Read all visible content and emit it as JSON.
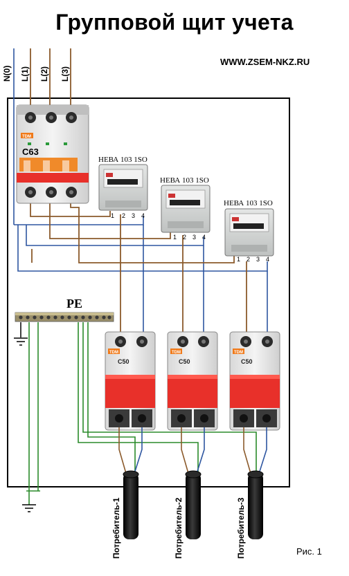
{
  "title": "Групповой щит учета",
  "website": "WWW.ZSEM-NKZ.RU",
  "figure_label": "Рис. 1",
  "wire_labels": [
    "N(0)",
    "L(1)",
    "L(2)",
    "L(3)"
  ],
  "main_breaker": {
    "brand": "TDM",
    "rating": "C63"
  },
  "meters": [
    {
      "model": "НЕВА 103 1SO",
      "terminals": [
        "1",
        "2",
        "3",
        "4"
      ]
    },
    {
      "model": "НЕВА 103 1SO",
      "terminals": [
        "1",
        "2",
        "3",
        "4"
      ]
    },
    {
      "model": "НЕВА 103 1SO",
      "terminals": [
        "1",
        "2",
        "3",
        "4"
      ]
    }
  ],
  "pe_label": "PE",
  "group_breakers": [
    {
      "brand": "TDM",
      "rating": "C50"
    },
    {
      "brand": "TDM",
      "rating": "C50"
    },
    {
      "brand": "TDM",
      "rating": "C50"
    }
  ],
  "consumers": [
    "Потребитель-1",
    "Потребитель-2",
    "Потребитель-3"
  ],
  "colors": {
    "phase_wire": "#8b5a2b",
    "neutral_wire": "#2d55a0",
    "pe_wire": "#2a8a2a",
    "breaker_red": "#e8302a",
    "breaker_body": "#e9e9e9",
    "meter_body": "#d7d9d8",
    "cable": "#151515"
  }
}
